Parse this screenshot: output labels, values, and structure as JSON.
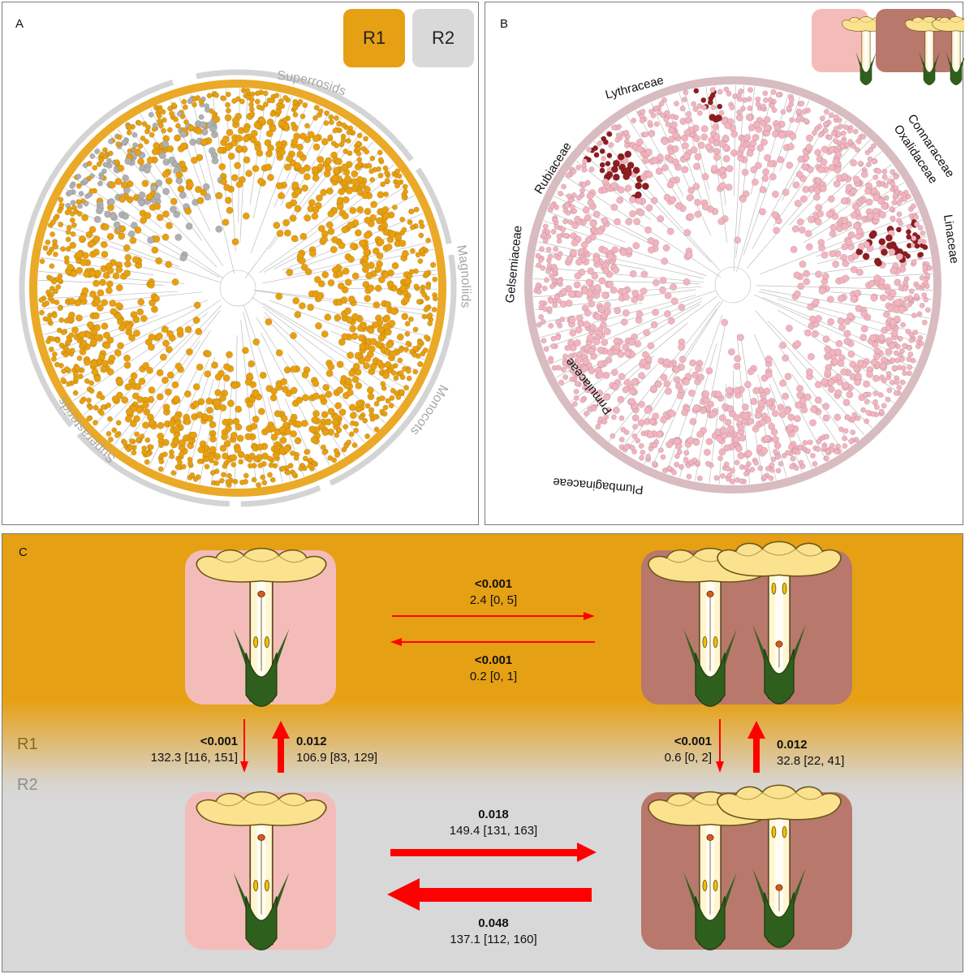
{
  "panels": {
    "a": {
      "label": "A"
    },
    "b": {
      "label": "B"
    },
    "c": {
      "label": "C"
    }
  },
  "legend": {
    "r1": {
      "label": "R1",
      "color": "#e6a014"
    },
    "r2": {
      "label": "R2",
      "color": "#d9d9d9"
    }
  },
  "clades_a": [
    "Superrosids",
    "Magnoliids",
    "Monocots",
    "Superasterids"
  ],
  "families_b": [
    "Lythraceae",
    "Rubiaceae",
    "Gelsemiaceae",
    "Connaraceae",
    "Oxalidaceae",
    "Linaceae",
    "Primulaceae",
    "Plumbaginaceae"
  ],
  "colors": {
    "orange_tip": "#e8a010",
    "grey_tip": "#b0b0b0",
    "pink_tip": "#f2b4bf",
    "darkred_tip": "#8f1d20",
    "monomorph_bg": "#f4bcb8",
    "distyly_bg": "#b8786c",
    "arrow": "#ff0000"
  },
  "regimes": {
    "r1": "R1",
    "r2": "R2"
  },
  "transitions": {
    "r1_mono_to_di": {
      "p": "<0.001",
      "rate": "2.4 [0, 5]"
    },
    "r1_di_to_mono": {
      "p": "<0.001",
      "rate": "0.2 [0, 1]"
    },
    "mono_r1_to_r2": {
      "p": "<0.001",
      "rate": "132.3 [116, 151]"
    },
    "mono_r2_to_r1": {
      "p": "0.012",
      "rate": "106.9 [83, 129]"
    },
    "di_r1_to_r2": {
      "p": "<0.001",
      "rate": "0.6  [0, 2]"
    },
    "di_r2_to_r1": {
      "p": "0.012",
      "rate": "32.8  [22, 41]"
    },
    "r2_mono_to_di": {
      "p": "0.018",
      "rate": "149.4  [131, 163]"
    },
    "r2_di_to_mono": {
      "p": "0.048",
      "rate": "137.1 [112, 160]"
    }
  }
}
